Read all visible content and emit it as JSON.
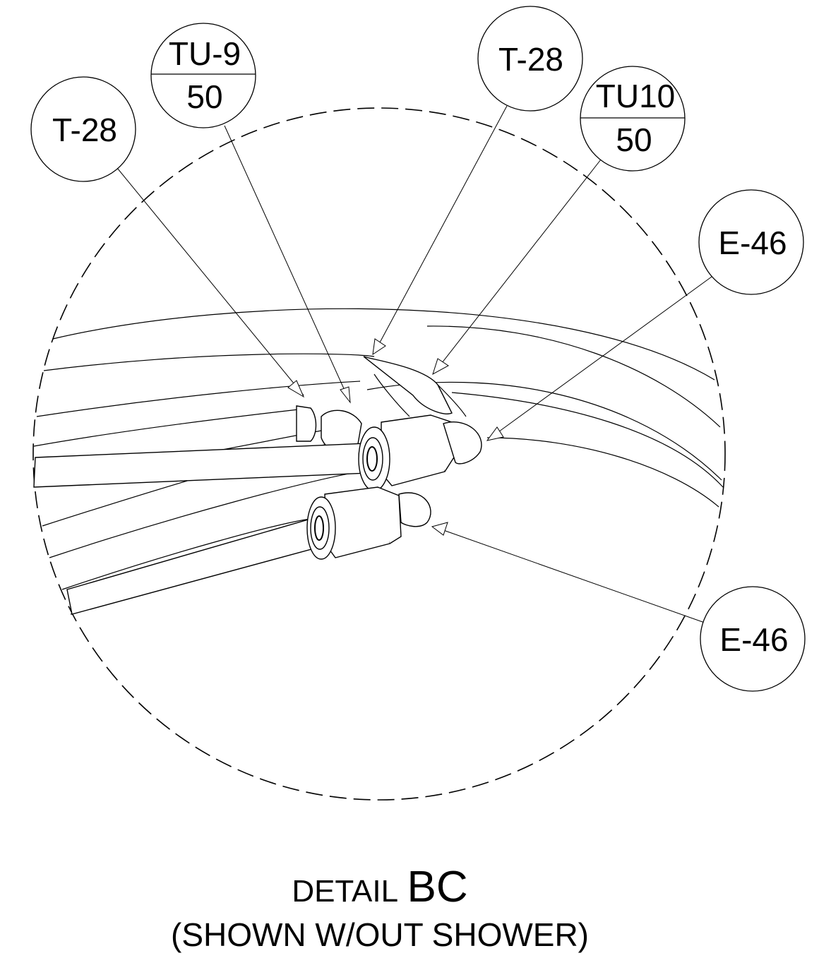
{
  "callouts": {
    "t28_left": {
      "label": "T-28"
    },
    "tu9": {
      "top": "TU-9",
      "bottom": "50"
    },
    "t28_right": {
      "label": "T-28"
    },
    "tu10": {
      "top": "TU10",
      "bottom": "50"
    },
    "e46_top": {
      "label": "E-46"
    },
    "e46_bottom": {
      "label": "E-46"
    }
  },
  "title": {
    "prefix": "DETAIL",
    "id": "BC",
    "subtitle": "(SHOWN W/OUT SHOWER)"
  },
  "colors": {
    "ink": "#000000",
    "paper": "#ffffff"
  }
}
